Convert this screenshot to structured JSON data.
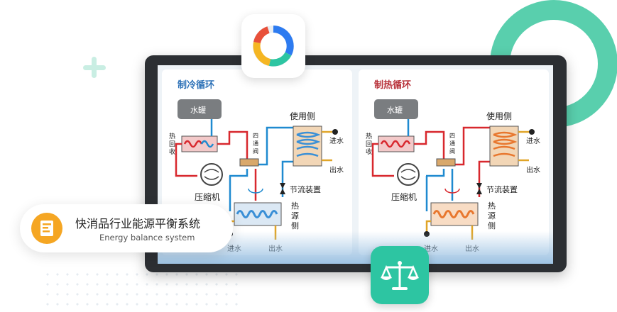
{
  "card": {
    "title": "快消品行业能源平衡系统",
    "subtitle": "Energy balance system"
  },
  "icons": {
    "app_logo": "donut-chart-icon",
    "balance": "scale-icon",
    "card": "document-icon",
    "decor": "plus-icon"
  },
  "diagram": {
    "cooling": {
      "title": "制冷循环",
      "title_color": "#2f73b8",
      "tank": "水罐",
      "heat_recovery": [
        "热",
        "回",
        "收"
      ],
      "four_way_valve": [
        "四",
        "通",
        "阀"
      ],
      "use_side": "使用侧",
      "water_in": "进水",
      "water_out": "出水",
      "compressor": "压缩机",
      "throttle": "节流装置",
      "source_side": [
        "热",
        "源",
        "侧"
      ],
      "bottom_in": "进水",
      "bottom_out": "出水"
    },
    "heating": {
      "title": "制热循环",
      "title_color": "#b8323a",
      "tank": "水罐",
      "heat_recovery": [
        "热",
        "回",
        "收"
      ],
      "four_way_valve": [
        "四",
        "通",
        "阀"
      ],
      "use_side": "使用侧",
      "water_in": "进水",
      "water_out": "出水",
      "compressor": "压缩机",
      "throttle": "节流装置",
      "source_side": [
        "热",
        "源",
        "侧"
      ],
      "bottom_in": "进水",
      "bottom_out": "出水"
    },
    "colors": {
      "hot": "#d8282e",
      "cold": "#1f8ad0",
      "coil_hot": "#e8772e",
      "coil_cold": "#3a8fd6",
      "water_pipe": "#e0a528"
    }
  }
}
